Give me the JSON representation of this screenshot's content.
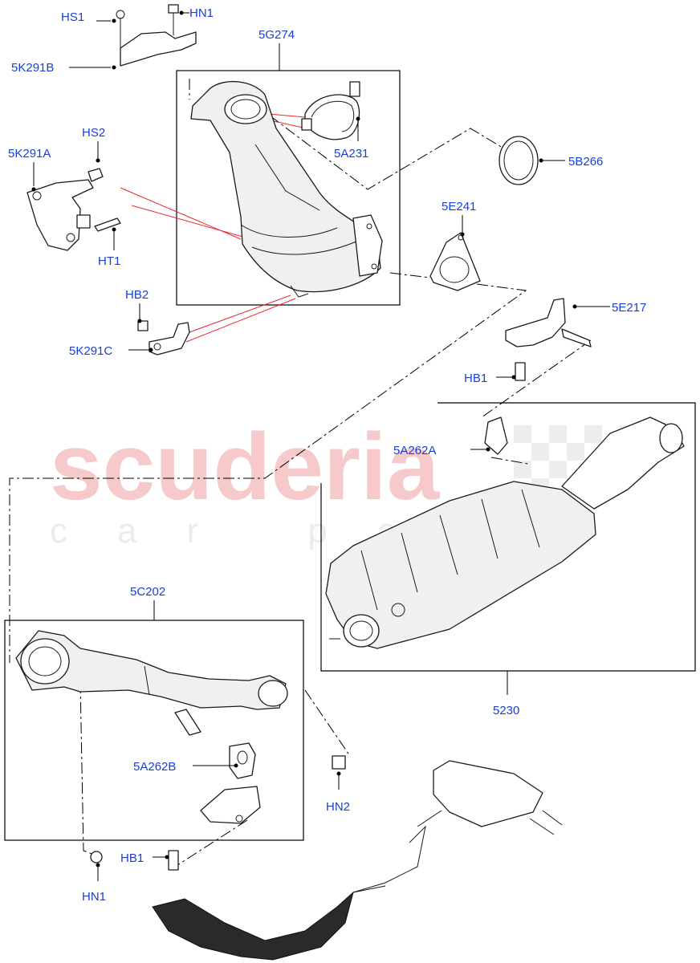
{
  "watermark": {
    "brand": "scuderia",
    "tagline": "car parts"
  },
  "labels": {
    "hs1": "HS1",
    "hn1_top": "HN1",
    "p5g274": "5G274",
    "p5k291b": "5K291B",
    "hs2": "HS2",
    "p5k291a": "5K291A",
    "p5a231": "5A231",
    "p5b266": "5B266",
    "ht1": "HT1",
    "p5e241": "5E241",
    "hb2": "HB2",
    "p5e217": "5E217",
    "p5k291c": "5K291C",
    "hb1_top": "HB1",
    "p5a262a": "5A262A",
    "p5c202": "5C202",
    "p5230": "5230",
    "p5a262b": "5A262B",
    "hn2": "HN2",
    "hb1_bottom": "HB1",
    "hn1_bottom": "HN1"
  },
  "colors": {
    "label": "#1a3fd4",
    "callout_red": "#e8282e",
    "watermark_red": "#f6c9cb"
  }
}
